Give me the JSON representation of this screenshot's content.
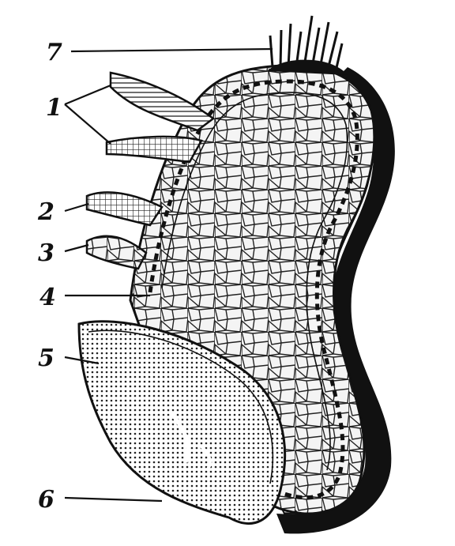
{
  "diagram": {
    "labels": [
      {
        "id": "1",
        "text": "1"
      },
      {
        "id": "2",
        "text": "2"
      },
      {
        "id": "3",
        "text": "3"
      },
      {
        "id": "4",
        "text": "4"
      },
      {
        "id": "5",
        "text": "5"
      },
      {
        "id": "6",
        "text": "6"
      },
      {
        "id": "7",
        "text": "7"
      }
    ],
    "colors": {
      "ink": "#111111",
      "paper": "#ffffff",
      "cell_fill": "#f2f2f2"
    }
  }
}
